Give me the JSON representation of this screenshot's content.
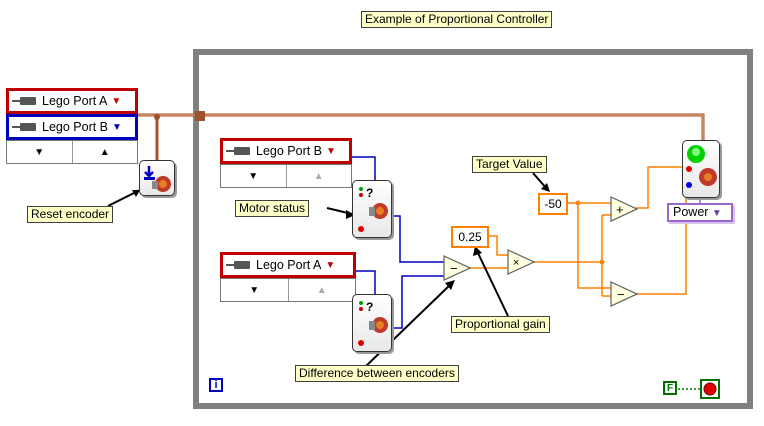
{
  "title": "Example of Proportional Controller",
  "controls": {
    "port_a_top": "Lego Port A",
    "port_b_top": "Lego Port B",
    "port_b_inner": "Lego Port B",
    "port_a_inner": "Lego Port A"
  },
  "labels": {
    "reset_encoder": "Reset encoder",
    "motor_status": "Motor status",
    "target_value": "Target Value",
    "proportional_gain": "Proportional gain",
    "difference": "Difference between encoders"
  },
  "constants": {
    "target": "-50",
    "gain": "0.25"
  },
  "power_enum": "Power",
  "loop": {
    "iteration": "i",
    "stop": "F"
  },
  "colors": {
    "loop_border": "#808080",
    "wire_orange": "#ff8000",
    "wire_blue": "#0000c0",
    "wire_brown": "#a0522d",
    "port_red": "#c00000",
    "note_bg": "#ffffc8"
  }
}
